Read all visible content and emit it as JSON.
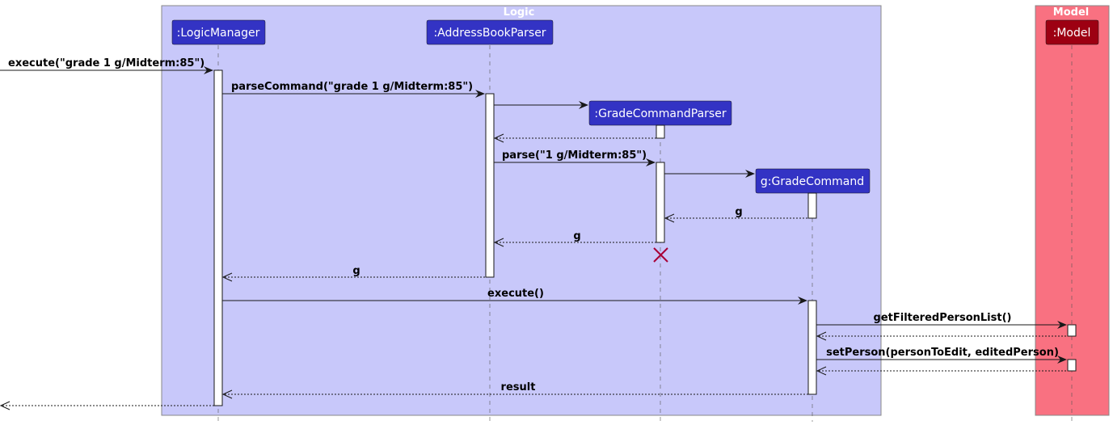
{
  "groups": {
    "logic": {
      "title": "Logic",
      "color": "#C8C8FA",
      "border": "#888888"
    },
    "model": {
      "title": "Model",
      "color": "#F97181",
      "border": "#888888"
    }
  },
  "participants": {
    "logic_manager": ":LogicManager",
    "parser": ":AddressBookParser",
    "grade_parser": ":GradeCommandParser",
    "grade_command": "g:GradeCommand",
    "model": ":Model"
  },
  "participant_colors": {
    "logic": "#3333C4",
    "model": "#9D0012"
  },
  "messages": {
    "m1": "execute(\"grade 1 g/Midterm:85\")",
    "m2": "parseCommand(\"grade 1 g/Midterm:85\")",
    "m3": "parse(\"1 g/Midterm:85\")",
    "m4": "g",
    "m5": "g",
    "m6": "g",
    "m7": "execute()",
    "m8": "getFilteredPersonList()",
    "m9": "setPerson(personToEdit, editedPerson)",
    "m10": "result"
  },
  "destroy_color": "#A80036"
}
